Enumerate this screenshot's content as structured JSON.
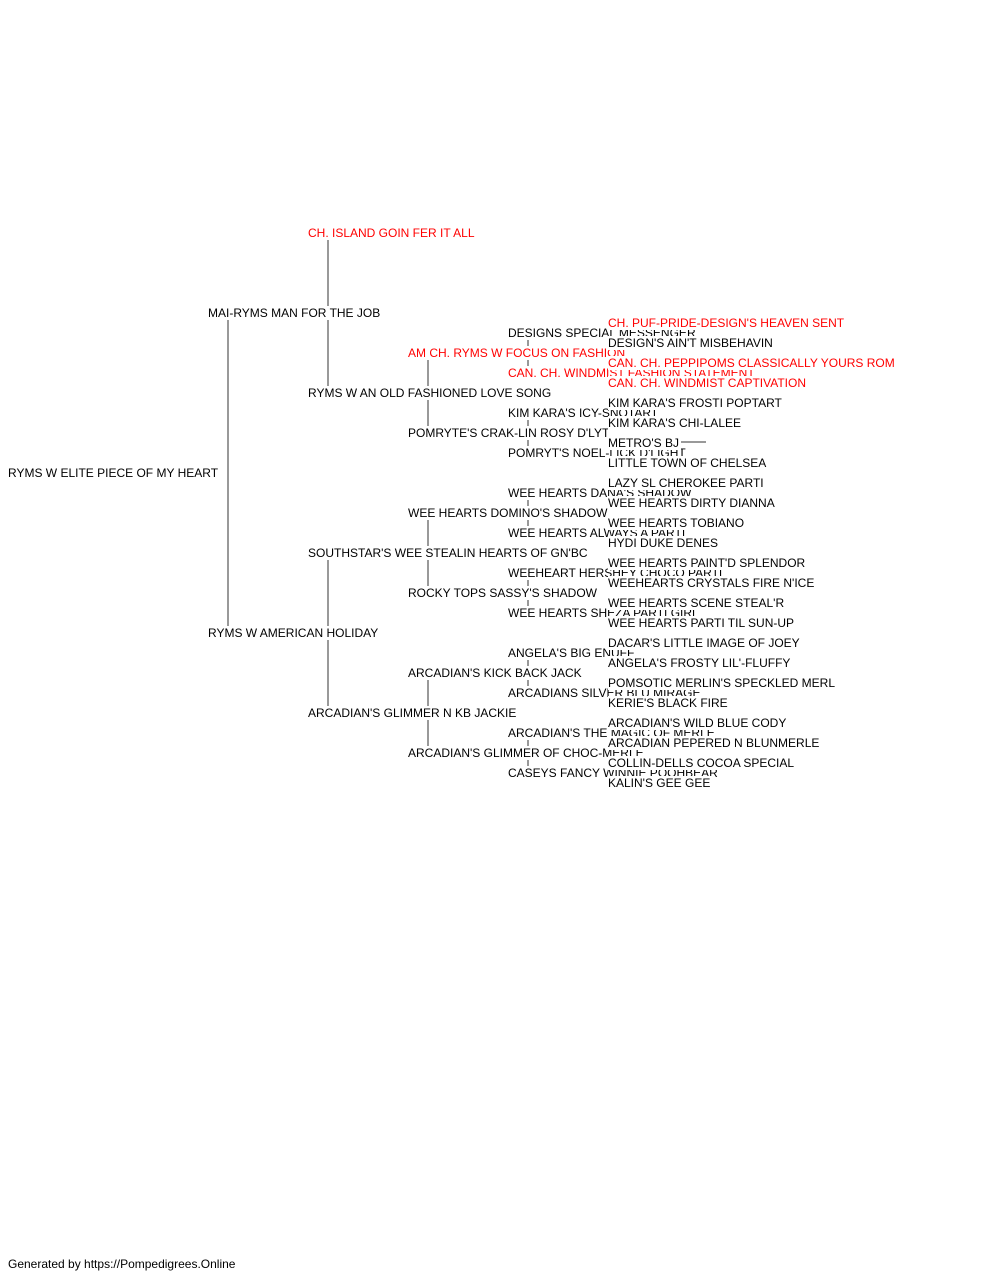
{
  "colors": {
    "normal": "#000000",
    "champion": "#ff0000",
    "line": "#333333"
  },
  "subject": {
    "name": "RYMS W ELITE PIECE OF MY HEART",
    "champion": false
  },
  "sire": {
    "name": "MAI-RYMS MAN FOR THE JOB",
    "champion": false,
    "sire": {
      "name": "CH. ISLAND GOIN FER IT ALL",
      "champion": true
    },
    "dam": {
      "name": "RYMS W AN OLD FASHIONED LOVE SONG",
      "champion": false,
      "sire": {
        "name": "AM CH. RYMS W FOCUS ON FASHION",
        "champion": true,
        "sire": {
          "name": "DESIGNS SPECIAL MESSENGER",
          "champion": false,
          "sire": {
            "name": "CH. PUF-PRIDE-DESIGN'S HEAVEN SENT",
            "champion": true
          },
          "dam": {
            "name": "DESIGN'S AIN'T MISBEHAVIN",
            "champion": false
          }
        },
        "dam": {
          "name": "CAN. CH. WINDMIST FASHION STATEMENT",
          "champion": true,
          "sire": {
            "name": "CAN. CH. PEPPIPOMS CLASSICALLY YOURS ROM",
            "champion": true
          },
          "dam": {
            "name": "CAN. CH. WINDMIST CAPTIVATION",
            "champion": true
          }
        }
      },
      "dam": {
        "name": "POMRYTE'S CRAK-LIN ROSY D'LYT",
        "champion": false,
        "sire": {
          "name": "KIM KARA'S ICY-SNOTART",
          "champion": false,
          "sire": {
            "name": "KIM KARA'S FROSTI POPTART",
            "champion": false
          },
          "dam": {
            "name": "KIM KARA'S CHI-LALEE",
            "champion": false
          }
        },
        "dam": {
          "name": "POMRYT'S NOEL-LICK D'LIGHT",
          "champion": false,
          "sire": {
            "name": "METRO'S BJ",
            "champion": false
          },
          "dam": {
            "name": "LITTLE TOWN OF CHELSEA",
            "champion": false
          }
        }
      }
    }
  },
  "dam": {
    "name": "RYMS W AMERICAN HOLIDAY",
    "champion": false,
    "sire": {
      "name": "SOUTHSTAR'S WEE STEALIN HEARTS OF GN'BC",
      "champion": false,
      "sire": {
        "name": "WEE HEARTS DOMINO'S SHADOW",
        "champion": false,
        "sire": {
          "name": "WEE HEARTS DANA'S SHADOW",
          "champion": false,
          "sire": {
            "name": "LAZY SL CHEROKEE PARTI",
            "champion": false
          },
          "dam": {
            "name": "WEE HEARTS DIRTY DIANNA",
            "champion": false
          }
        },
        "dam": {
          "name": "WEE HEARTS ALWAYS A PARTI",
          "champion": false,
          "sire": {
            "name": "WEE HEARTS TOBIANO",
            "champion": false
          },
          "dam": {
            "name": "HYDI DUKE DENES",
            "champion": false
          }
        }
      },
      "dam": {
        "name": "ROCKY TOPS SASSY'S SHADOW",
        "champion": false,
        "sire": {
          "name": "WEEHEART HERSHEY CHOCO PARTI",
          "champion": false,
          "sire": {
            "name": "WEE HEARTS PAINT'D SPLENDOR",
            "champion": false
          },
          "dam": {
            "name": "WEEHEARTS CRYSTALS FIRE N'ICE",
            "champion": false
          }
        },
        "dam": {
          "name": "WEE HEARTS SHEZA PARTI GIRL",
          "champion": false,
          "sire": {
            "name": "WEE HEARTS SCENE STEAL'R",
            "champion": false
          },
          "dam": {
            "name": "WEE HEARTS PARTI TIL SUN-UP",
            "champion": false
          }
        }
      }
    },
    "dam": {
      "name": "ARCADIAN'S GLIMMER N KB JACKIE",
      "champion": false,
      "sire": {
        "name": "ARCADIAN'S KICK BACK JACK",
        "champion": false,
        "sire": {
          "name": "ANGELA'S BIG ENUFF",
          "champion": false,
          "sire": {
            "name": "DACAR'S LITTLE IMAGE OF JOEY",
            "champion": false
          },
          "dam": {
            "name": "ANGELA'S FROSTY LIL'-FLUFFY",
            "champion": false
          }
        },
        "dam": {
          "name": "ARCADIANS SILVER BLU MIRAGE",
          "champion": false,
          "sire": {
            "name": "POMSOTIC MERLIN'S SPECKLED MERL",
            "champion": false
          },
          "dam": {
            "name": "KERIE'S BLACK FIRE",
            "champion": false
          }
        }
      },
      "dam": {
        "name": "ARCADIAN'S GLIMMER OF CHOC-MERLE",
        "champion": false,
        "sire": {
          "name": "ARCADIAN'S THE MAGIC OF MERLE",
          "champion": false,
          "sire": {
            "name": "ARCADIAN'S WILD BLUE CODY",
            "champion": false
          },
          "dam": {
            "name": "ARCADIAN PEPERED N BLUNMERLE",
            "champion": false
          }
        },
        "dam": {
          "name": "CASEYS FANCY WINNIE POOHBEAR",
          "champion": false,
          "sire": {
            "name": "COLLIN-DELLS COCOA SPECIAL",
            "champion": false
          },
          "dam": {
            "name": "KALIN'S GEE GEE",
            "champion": false
          }
        }
      }
    }
  },
  "footer": {
    "text": "Generated by https://Pompedigrees.Online"
  }
}
